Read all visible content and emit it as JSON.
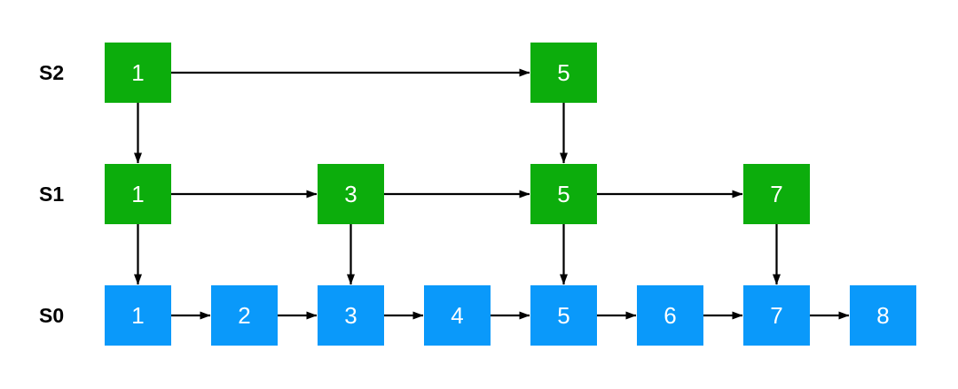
{
  "diagram": {
    "kind": "skip-list",
    "colors": {
      "upper_level_node": "#0CAD0C",
      "base_level_node": "#0A99FA",
      "node_text": "#FFFFFF",
      "arrow": "#000000",
      "label_text": "#000000"
    },
    "levels": [
      {
        "id": "S2",
        "label": "S2",
        "color_key": "upper_level_node",
        "nodes": [
          {
            "value": "1",
            "col": 0
          },
          {
            "value": "5",
            "col": 4
          }
        ]
      },
      {
        "id": "S1",
        "label": "S1",
        "color_key": "upper_level_node",
        "nodes": [
          {
            "value": "1",
            "col": 0
          },
          {
            "value": "3",
            "col": 2
          },
          {
            "value": "5",
            "col": 4
          },
          {
            "value": "7",
            "col": 6
          }
        ]
      },
      {
        "id": "S0",
        "label": "S0",
        "color_key": "base_level_node",
        "nodes": [
          {
            "value": "1",
            "col": 0
          },
          {
            "value": "2",
            "col": 1
          },
          {
            "value": "3",
            "col": 2
          },
          {
            "value": "4",
            "col": 3
          },
          {
            "value": "5",
            "col": 4
          },
          {
            "value": "6",
            "col": 5
          },
          {
            "value": "7",
            "col": 6
          },
          {
            "value": "8",
            "col": 7
          }
        ]
      }
    ],
    "edges": [
      {
        "type": "h",
        "level": "S2",
        "from": "1",
        "to": "5"
      },
      {
        "type": "h",
        "level": "S1",
        "from": "1",
        "to": "3"
      },
      {
        "type": "h",
        "level": "S1",
        "from": "3",
        "to": "5"
      },
      {
        "type": "h",
        "level": "S1",
        "from": "5",
        "to": "7"
      },
      {
        "type": "h",
        "level": "S0",
        "from": "1",
        "to": "2"
      },
      {
        "type": "h",
        "level": "S0",
        "from": "2",
        "to": "3"
      },
      {
        "type": "h",
        "level": "S0",
        "from": "3",
        "to": "4"
      },
      {
        "type": "h",
        "level": "S0",
        "from": "4",
        "to": "5"
      },
      {
        "type": "h",
        "level": "S0",
        "from": "5",
        "to": "6"
      },
      {
        "type": "h",
        "level": "S0",
        "from": "6",
        "to": "7"
      },
      {
        "type": "h",
        "level": "S0",
        "from": "7",
        "to": "8"
      },
      {
        "type": "v",
        "from_level": "S2",
        "to_level": "S1",
        "value": "1"
      },
      {
        "type": "v",
        "from_level": "S2",
        "to_level": "S1",
        "value": "5"
      },
      {
        "type": "v",
        "from_level": "S1",
        "to_level": "S0",
        "value": "1"
      },
      {
        "type": "v",
        "from_level": "S1",
        "to_level": "S0",
        "value": "3"
      },
      {
        "type": "v",
        "from_level": "S1",
        "to_level": "S0",
        "value": "5"
      },
      {
        "type": "v",
        "from_level": "S1",
        "to_level": "S0",
        "value": "7"
      }
    ]
  }
}
